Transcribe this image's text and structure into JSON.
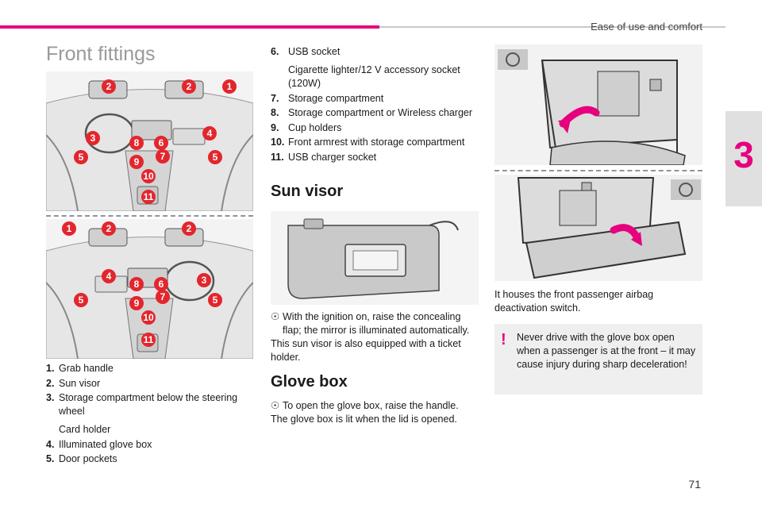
{
  "header": {
    "section": "Ease of use and comfort",
    "chapter": "3",
    "page_number": "71"
  },
  "page_title": "Front fittings",
  "legend_left": [
    {
      "num": "1.",
      "text": "Grab handle"
    },
    {
      "num": "2.",
      "text": "Sun visor"
    },
    {
      "num": "3.",
      "text": "Storage compartment below the steering wheel"
    },
    {
      "num": "",
      "text": "Card holder"
    },
    {
      "num": "4.",
      "text": "Illuminated glove box"
    },
    {
      "num": "5.",
      "text": "Door pockets"
    }
  ],
  "legend_right": [
    {
      "num": "6.",
      "text": "USB socket"
    },
    {
      "num": "",
      "text": "Cigarette lighter/12 V accessory socket (120W)"
    },
    {
      "num": "7.",
      "text": "Storage compartment"
    },
    {
      "num": "8.",
      "text": "Storage compartment or Wireless charger"
    },
    {
      "num": "9.",
      "text": "Cup holders"
    },
    {
      "num": "10.",
      "text": "Front armrest with storage compartment"
    },
    {
      "num": "11.",
      "text": "USB charger socket"
    }
  ],
  "sun_visor": {
    "heading": "Sun visor",
    "bullet_symbol": "☉",
    "bullet": "With the ignition on, raise the concealing flap; the mirror is illuminated automatically.",
    "text": "This sun visor is also equipped with a ticket holder."
  },
  "glove_box": {
    "heading": "Glove box",
    "bullet_symbol": "☉",
    "bullet": "To open the glove box, raise the handle.",
    "text": "The glove box is lit when the lid is opened."
  },
  "airbag_note": "It houses the front passenger airbag deactivation switch.",
  "warning": {
    "icon": "!",
    "text": "Never drive with the glove box open when a passenger is at the front – it may cause injury during sharp deceleration!"
  },
  "diagram_top_markers": [
    "2",
    "2",
    "1",
    "3",
    "8",
    "6",
    "4",
    "5",
    "9",
    "7",
    "5",
    "10",
    "11"
  ],
  "diagram_bottom_markers": [
    "1",
    "2",
    "2",
    "4",
    "8",
    "6",
    "3",
    "5",
    "9",
    "7",
    "5",
    "10",
    "11"
  ],
  "colors": {
    "accent": "#e6007e",
    "marker": "#e3262d"
  }
}
